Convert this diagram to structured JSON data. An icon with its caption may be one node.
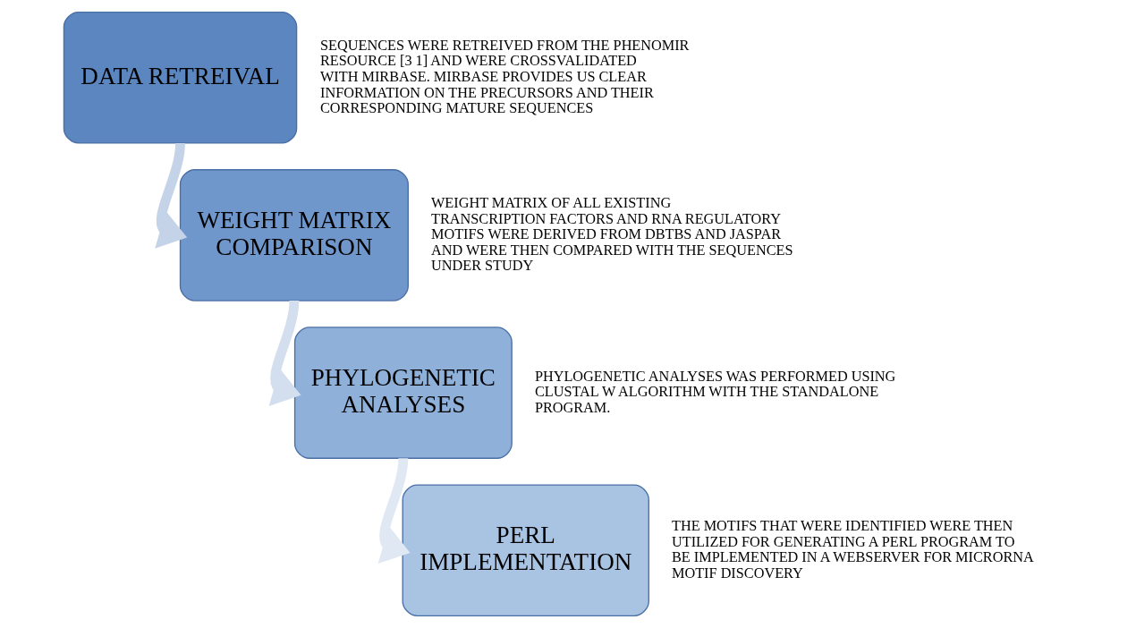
{
  "diagram": {
    "nodes": [
      {
        "text": [
          "DATA RETREIVAL"
        ],
        "beside": [
          "SEQUENCES WERE RETREIVED FROM THE PHENOMIR RESOURCE [3 1] AND WERE CROSSVALIDATED WITH MIRBASE. MIRBASE PROVIDES US CLEAR INFORMATION ON THE PRECURSORS AND THEIR CORRESPONDING MATURE SEQUENCES"
        ]
      },
      {
        "text": [
          "WEIGHT MATRIX COMPARISON"
        ],
        "beside": [
          "WEIGHT MATRIX OF ALL EXISTING TRANSCRIPTION FACTORS AND RNA REGULATORY MOTIFS WERE DERIVED FROM DBTBS AND JASPAR AND WERE THEN COMPARED WITH THE SEQUENCES UNDER STUDY"
        ]
      },
      {
        "text": [
          "PHYLOGENETIC ANALYSES"
        ],
        "beside": [
          "PHYLOGENETIC ANALYSES WAS PERFORMED USING CLUSTAL W ALGORITHM WITH THE STANDALONE PROGRAM."
        ]
      },
      {
        "text": [
          "PERL IMPLEMENTATION"
        ],
        "beside": [
          "THE MOTIFS THAT WERE IDENTIFIED WERE THEN UTILIZED FOR GENERATING A PERL PROGRAM TO BE IMPLEMENTED IN A WEBSERVER FOR MICRORNA MOTIF DISCOVERY"
        ]
      }
    ],
    "edges": [
      {
        "from": 0,
        "to": 1,
        "arrow": "to"
      },
      {
        "from": 1,
        "to": 2,
        "arrow": "to"
      },
      {
        "from": 2,
        "to": 3,
        "arrow": "to"
      }
    ]
  }
}
